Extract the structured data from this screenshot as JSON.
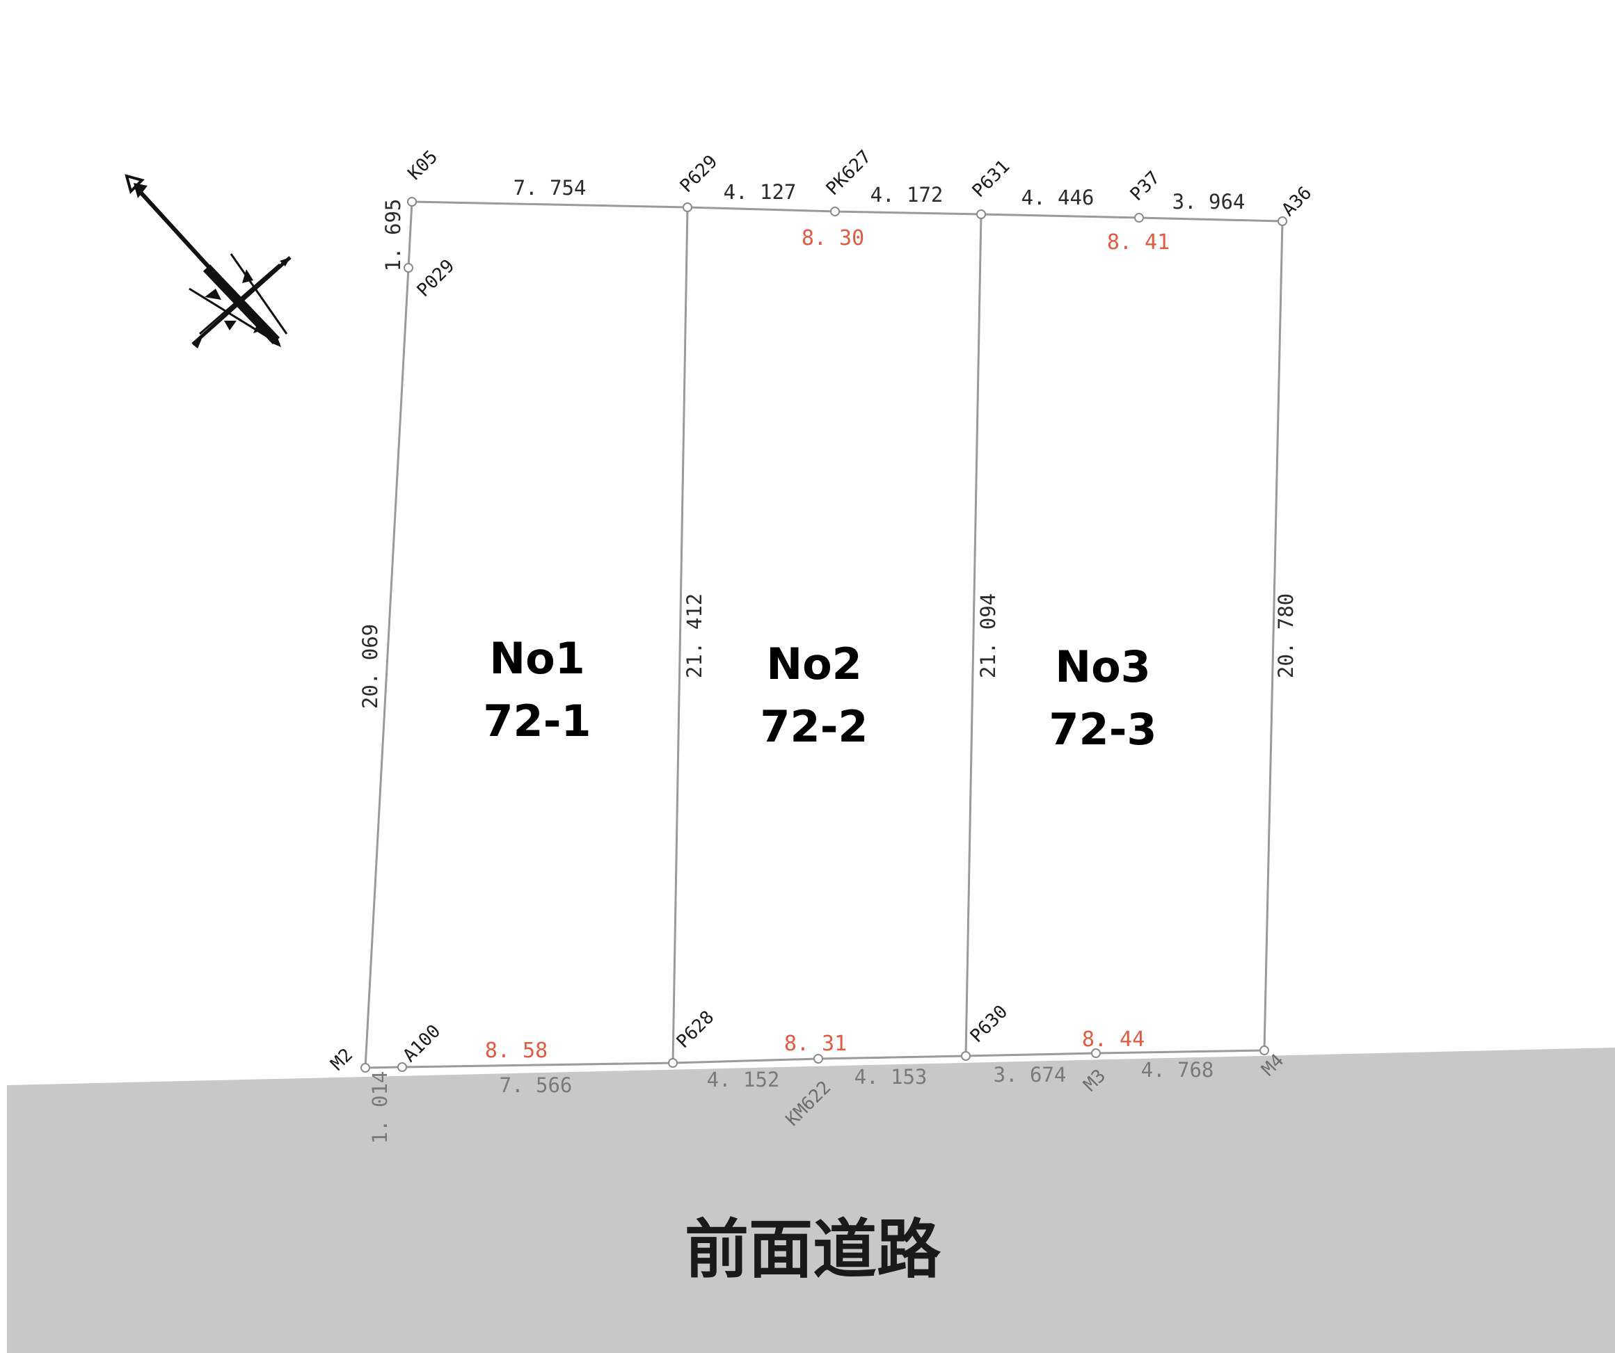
{
  "road": {
    "label": "前面道路",
    "fill": "#c8c8c8"
  },
  "frontage_color": "#e05a44",
  "compass_icon": "north-arrow-icon",
  "lots": [
    {
      "name": "No1",
      "number": "72-1"
    },
    {
      "name": "No2",
      "number": "72-2"
    },
    {
      "name": "No3",
      "number": "72-3"
    }
  ],
  "stations": {
    "K05": "K05",
    "P029": "P029",
    "P629": "P629",
    "PK627": "PK627",
    "P631": "P631",
    "P37": "P37",
    "A36": "A36",
    "M2": "M2",
    "A100": "A100",
    "P628": "P628",
    "KM622": "KM622",
    "P630": "P630",
    "M3": "M3",
    "M4": "M4"
  },
  "measurements": {
    "top_1": "7. 754",
    "top_2": "4. 127",
    "top_3": "4. 172",
    "top_4": "4. 446",
    "top_5": "3. 964",
    "left_short": "1. 695",
    "left_long": "20. 069",
    "div_1": "21. 412",
    "div_2": "21. 094",
    "right": "20. 780",
    "bottom_1": "7. 566",
    "bottom_2": "4. 152",
    "bottom_3": "4. 153",
    "bottom_4": "3. 674",
    "bottom_5": "4. 768",
    "corner_drop": "1. 014"
  },
  "frontages": {
    "back_2": "8. 30",
    "back_3": "8. 41",
    "front_1": "8. 58",
    "front_2": "8. 31",
    "front_3": "8. 44"
  }
}
